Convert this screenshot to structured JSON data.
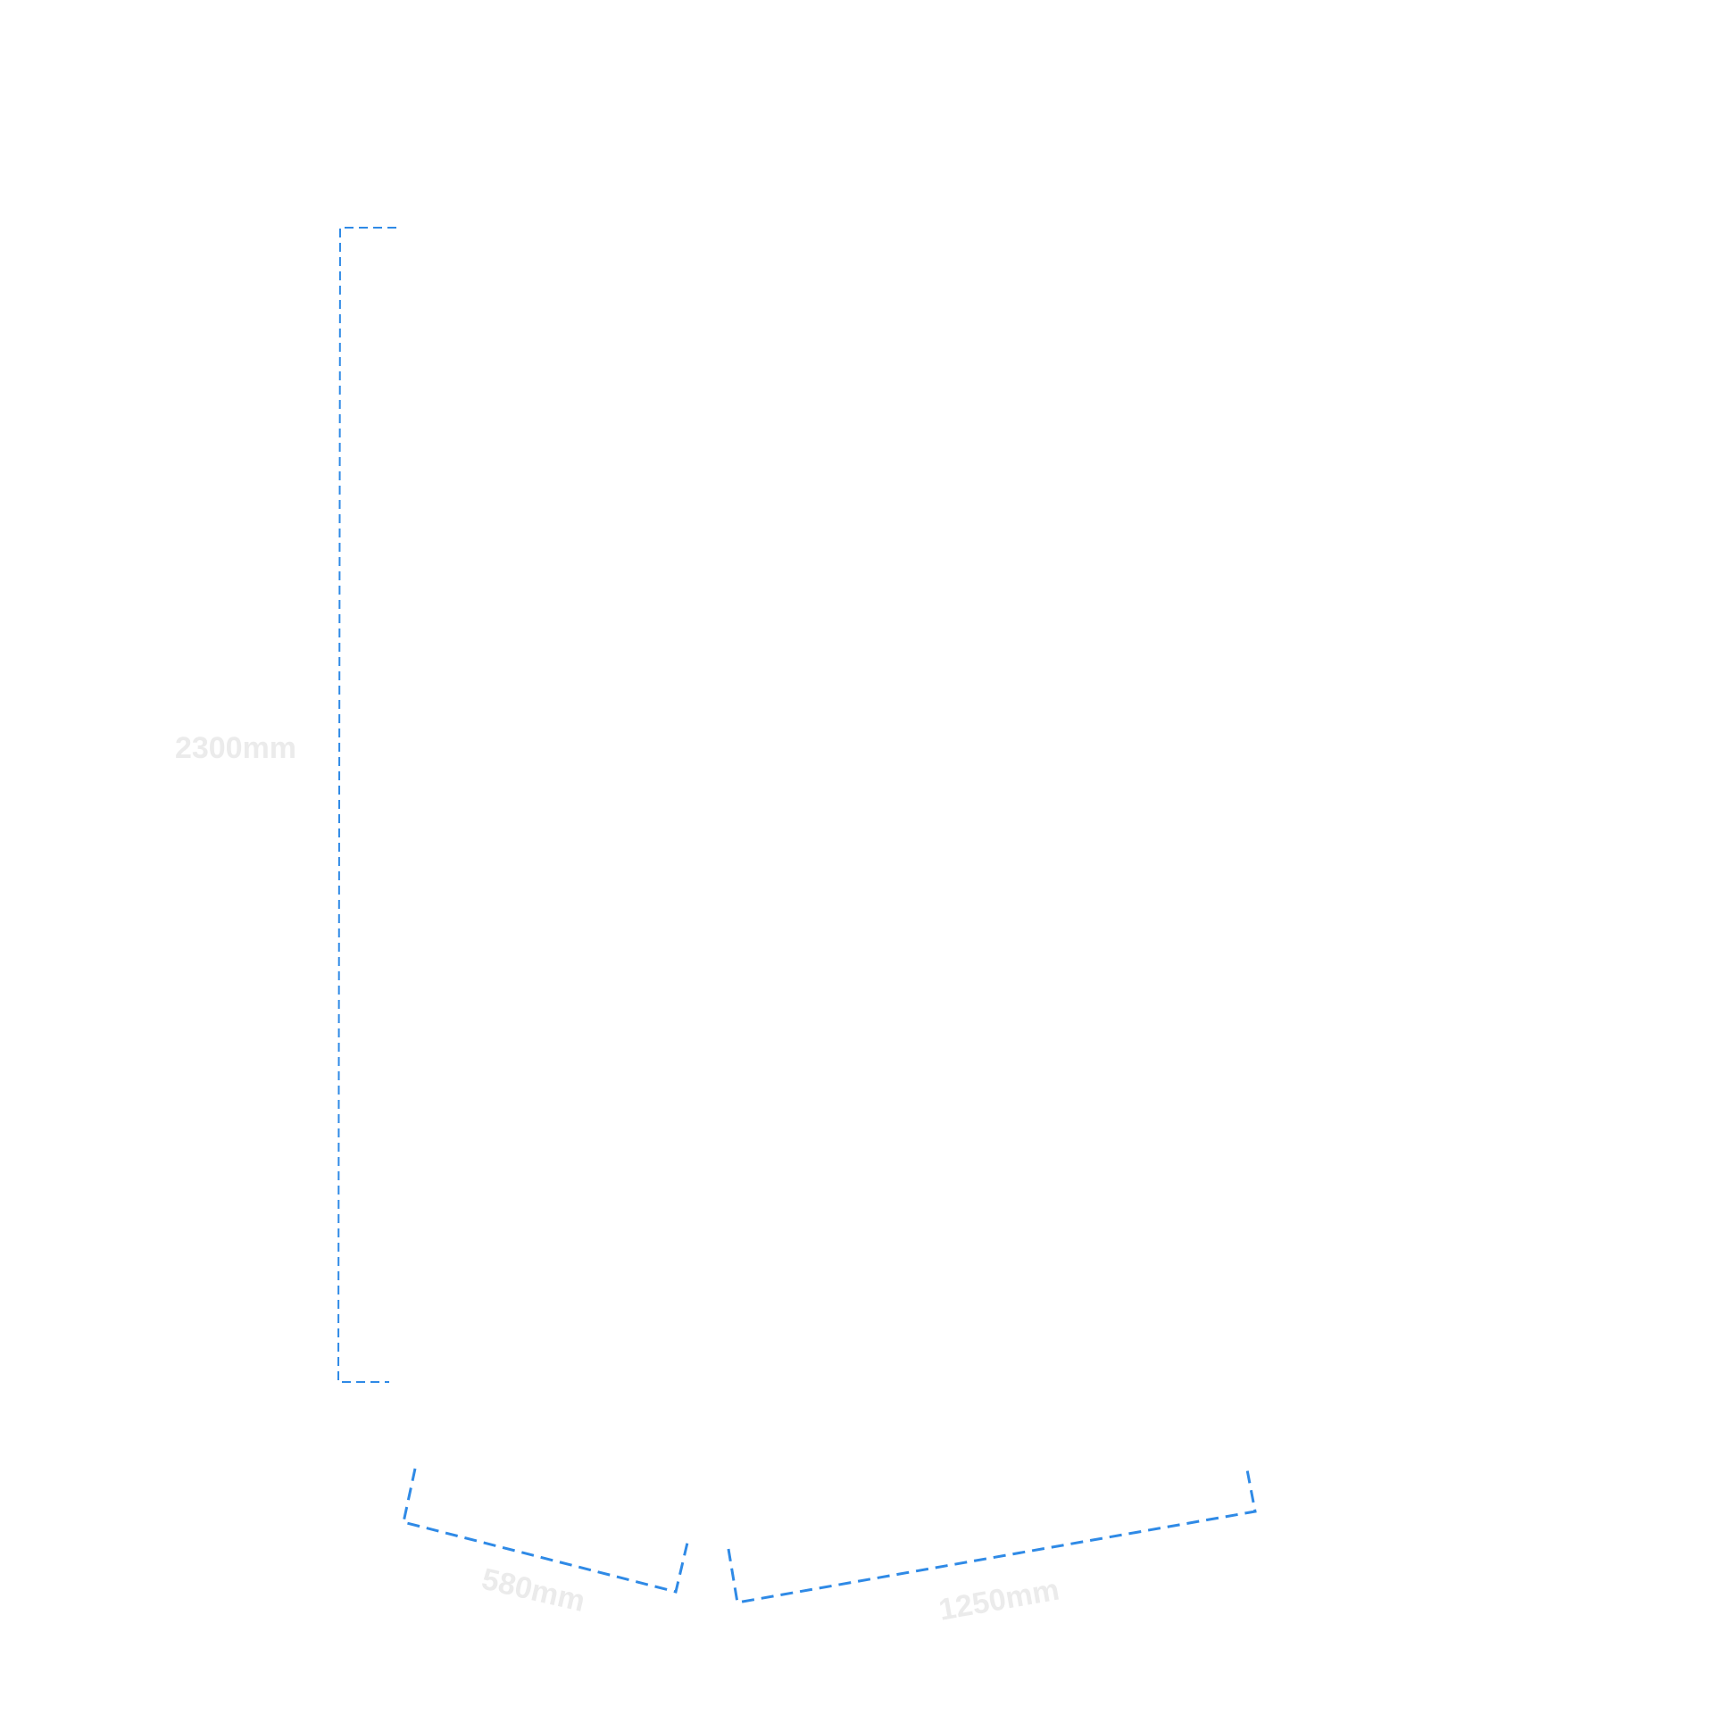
{
  "colors": {
    "background": "#ffffff",
    "dimension_line": "#2f8ae6",
    "label_text": "#ebebeb"
  },
  "dimensions": {
    "height": {
      "label": "2300mm"
    },
    "depth": {
      "label": "580mm"
    },
    "width": {
      "label": "1250mm"
    }
  }
}
